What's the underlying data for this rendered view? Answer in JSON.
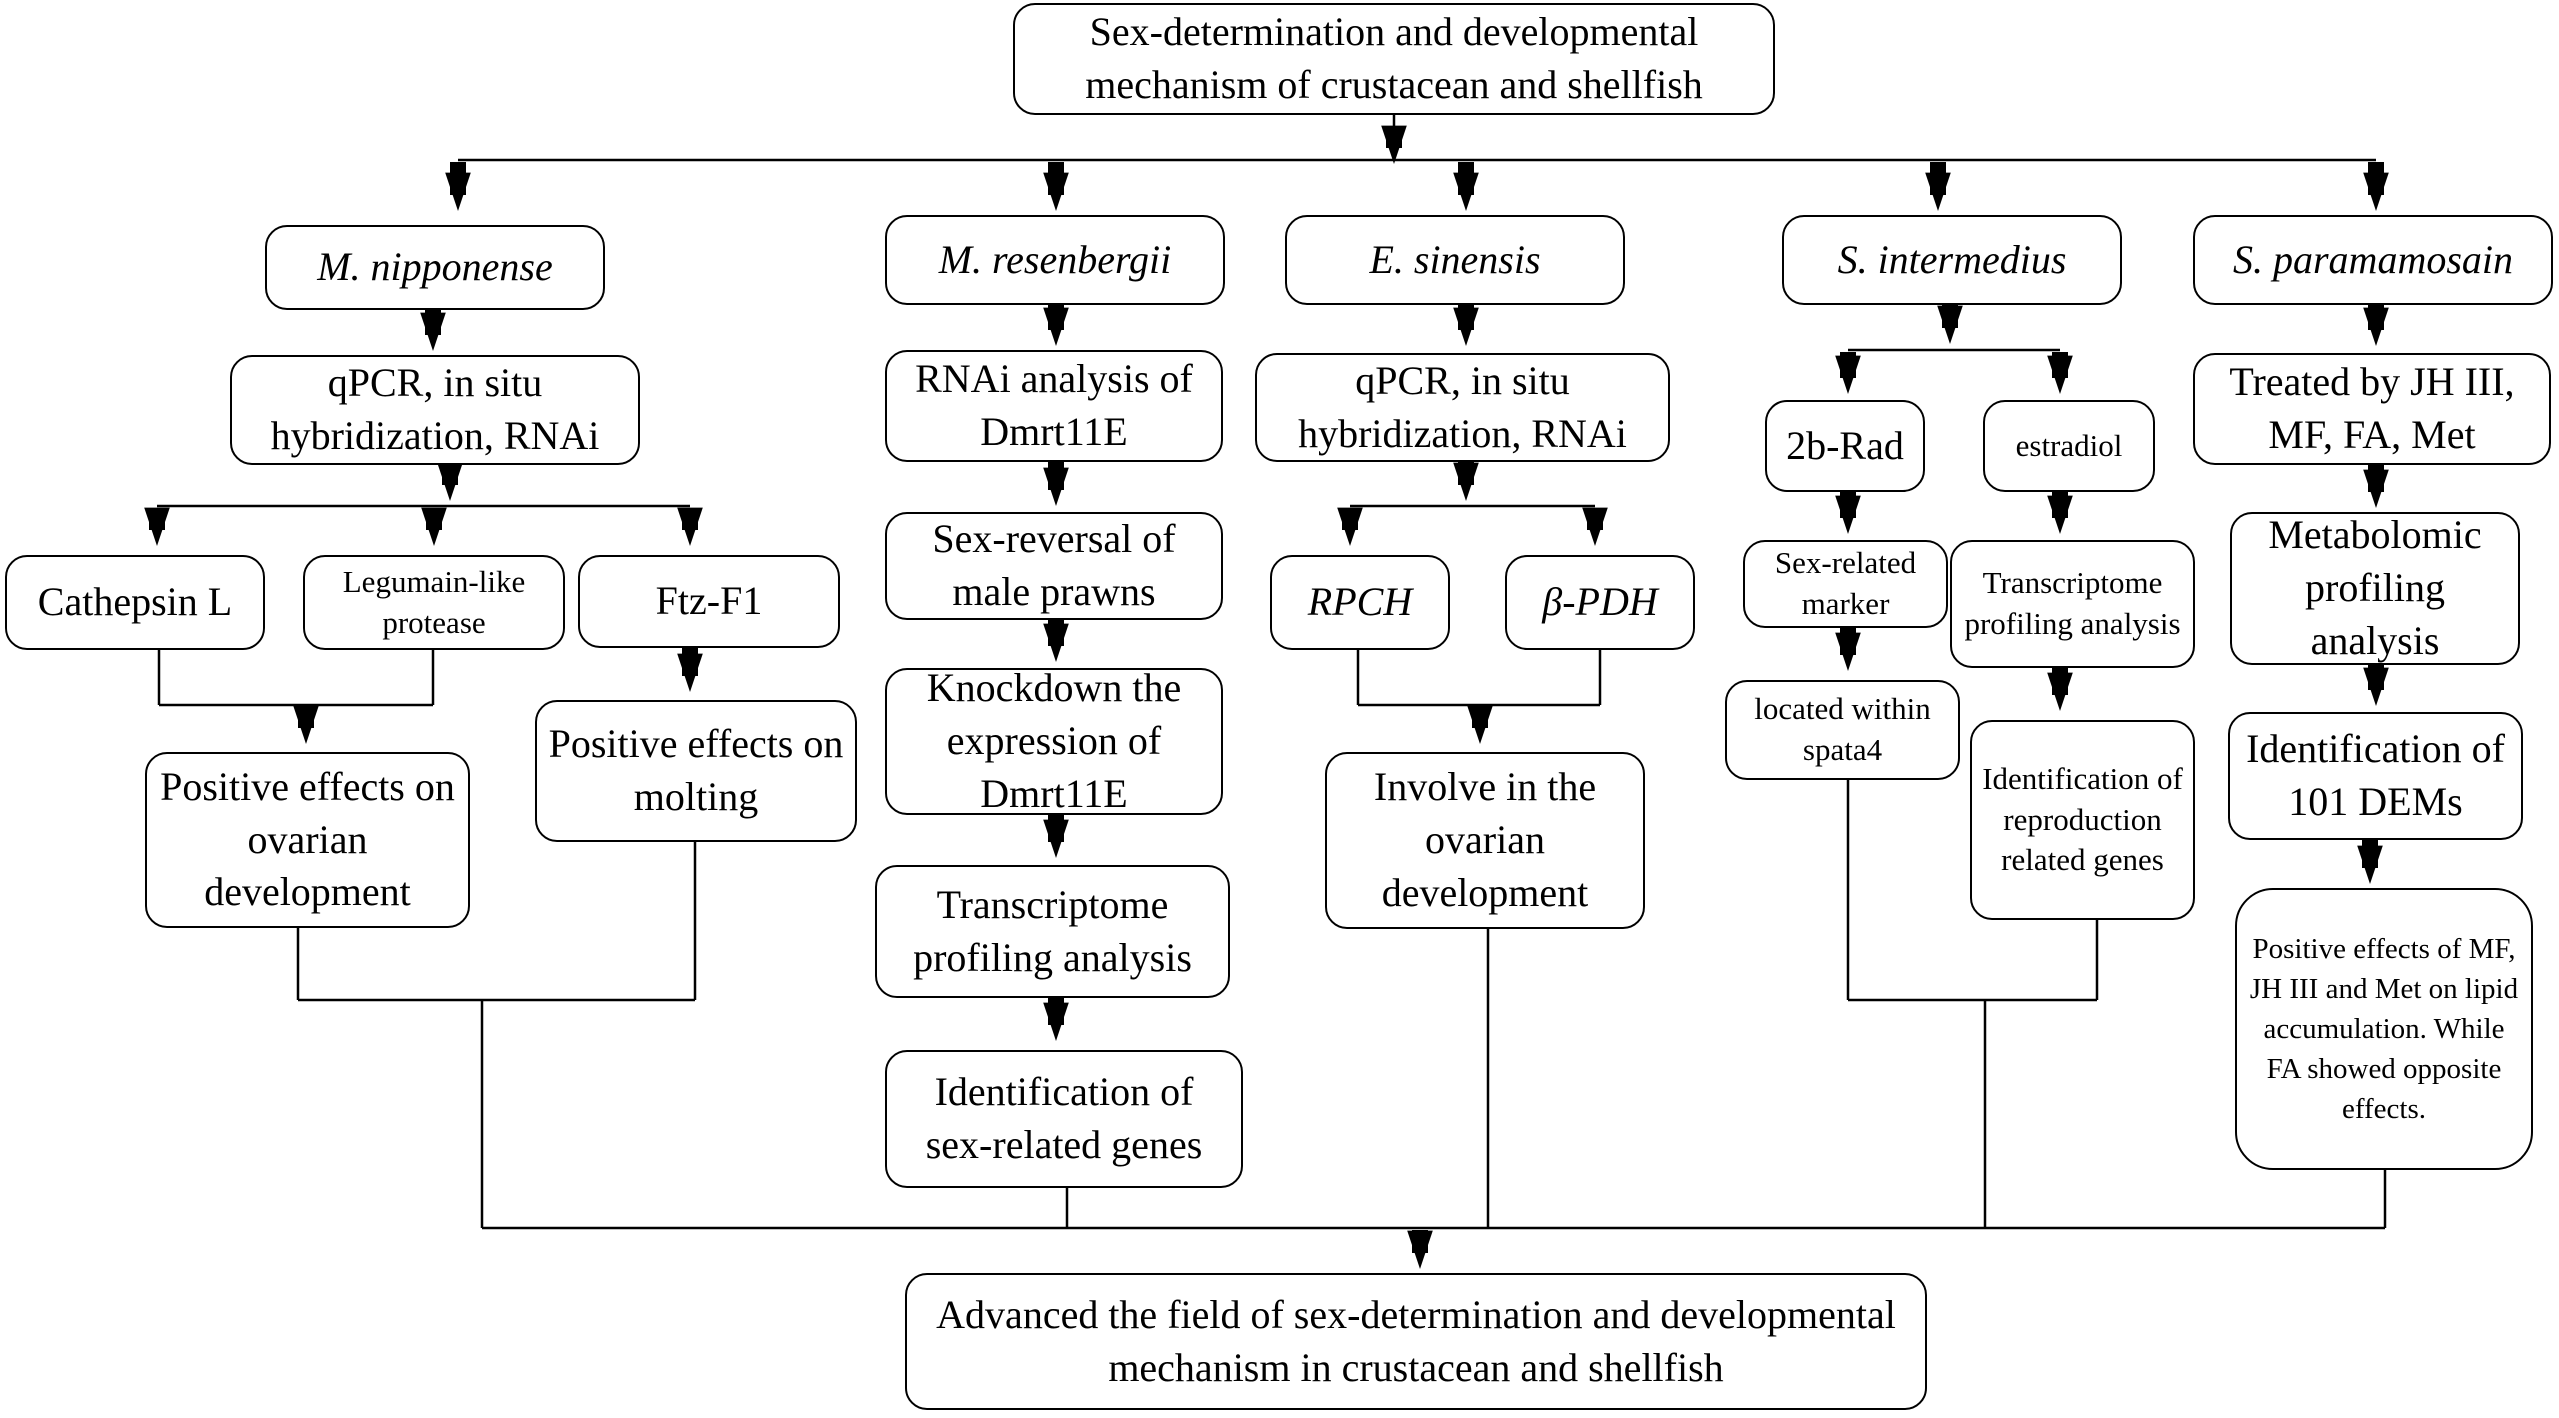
{
  "root": "Sex-determination and developmental mechanism of crustacean and shellfish",
  "branches": {
    "nipponense": {
      "species": "M. nipponense",
      "method": "qPCR, in situ hybridization, RNAi",
      "gene1": "Cathepsin L",
      "gene2": "Legumain-like protease",
      "gene3": "Ftz-F1",
      "effect1": "Positive effects on ovarian development",
      "effect2": "Positive effects on molting"
    },
    "resenbergii": {
      "species": "M. resenbergii",
      "step1": "RNAi analysis of Dmrt11E",
      "step2": "Sex-reversal of male prawns",
      "step3": "Knockdown the expression of Dmrt11E",
      "step4": "Transcriptome profiling analysis",
      "step5": "Identification of sex-related genes"
    },
    "sinensis": {
      "species": "E. sinensis",
      "method": "qPCR, in situ hybridization, RNAi",
      "gene1": "RPCH",
      "gene2": "β-PDH",
      "effect": "Involve in the ovarian development"
    },
    "intermedius": {
      "species": "S. intermedius",
      "left1": "2b-Rad",
      "left2": "Sex-related marker",
      "left3": "located within spata4",
      "right1": "estradiol",
      "right2": "Transcriptome profiling analysis",
      "right3": "Identification of reproduction related genes"
    },
    "paramamosain": {
      "species": "S. paramamosain",
      "step1": "Treated by JH III, MF, FA, Met",
      "step2": "Metabolomic profiling analysis",
      "step3": "Identification of 101 DEMs",
      "step4": "Positive effects of MF, JH III and Met on lipid accumulation. While FA showed opposite effects."
    }
  },
  "conclusion": "Advanced the field of sex-determination and developmental mechanism in crustacean and shellfish"
}
